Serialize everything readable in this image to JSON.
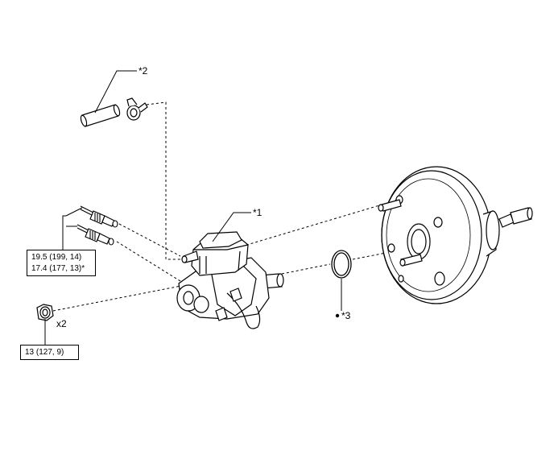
{
  "callouts": {
    "master_cylinder": "*1",
    "hose_clip": "*2",
    "o_ring": "*3",
    "nut_quantity": "x2"
  },
  "torque_specs": {
    "brake_lines_line1": "19.5 (199, 14)",
    "brake_lines_line2": "17.4 (177, 13)*",
    "nuts": "13 (127, 9)"
  }
}
